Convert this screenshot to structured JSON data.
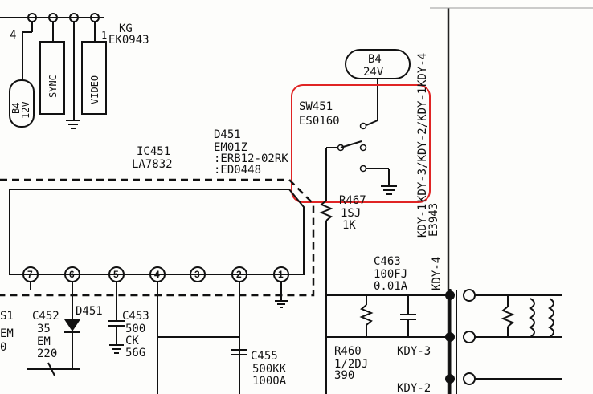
{
  "top_pins": {
    "pin4": "4",
    "pin1": "1"
  },
  "kg": {
    "name": "KG",
    "part": "EK0943"
  },
  "connectors": {
    "b4_12v_top": "B4",
    "b4_12v_bot": "12V",
    "sync": "SYNC",
    "video": "VIDEO"
  },
  "b4_24v": {
    "top": "B4",
    "bottom": "24V"
  },
  "sw451": {
    "ref": "SW451",
    "part": "ES0160"
  },
  "d451": {
    "ref": "D451",
    "part1": "EM01Z",
    "part2": ":ERB12-02RK",
    "part3": ":ED0448"
  },
  "ic451": {
    "ref": "IC451",
    "part": "LA7832"
  },
  "r467": {
    "ref": "R467",
    "v1": "1SJ",
    "v2": "1K"
  },
  "ic_pins": [
    "7",
    "6",
    "5",
    "4",
    "3",
    "2",
    "1"
  ],
  "c463": {
    "ref": "C463",
    "v1": "100FJ",
    "v2": "0.01A"
  },
  "c452": {
    "ref": "C452",
    "v1": "35",
    "v2": "EM",
    "v3": "220"
  },
  "d451_diode": "D451",
  "c453": {
    "ref": "C453",
    "v1": "500",
    "v2": "CK",
    "v3": "56G"
  },
  "c455": {
    "ref": "C455",
    "v1": "500KK",
    "v2": "1000A"
  },
  "r460": {
    "ref": "R460",
    "v1": "1/2DJ",
    "v2": "390"
  },
  "left_edge": {
    "s1": "S1",
    "em": "EM",
    "zero": "0"
  },
  "kdy": {
    "kdy4_top": "KDY-4",
    "kdy32": "KDY-3/KDY-2/KDY-1",
    "e3943": "E3943",
    "kdy1_prefix": "KDY-1",
    "kdy4_mid": "KDY-4",
    "kdy3": "KDY-3",
    "kdy2": "KDY-2"
  },
  "highlight": {
    "color": "#e02424",
    "target": "SW451"
  }
}
